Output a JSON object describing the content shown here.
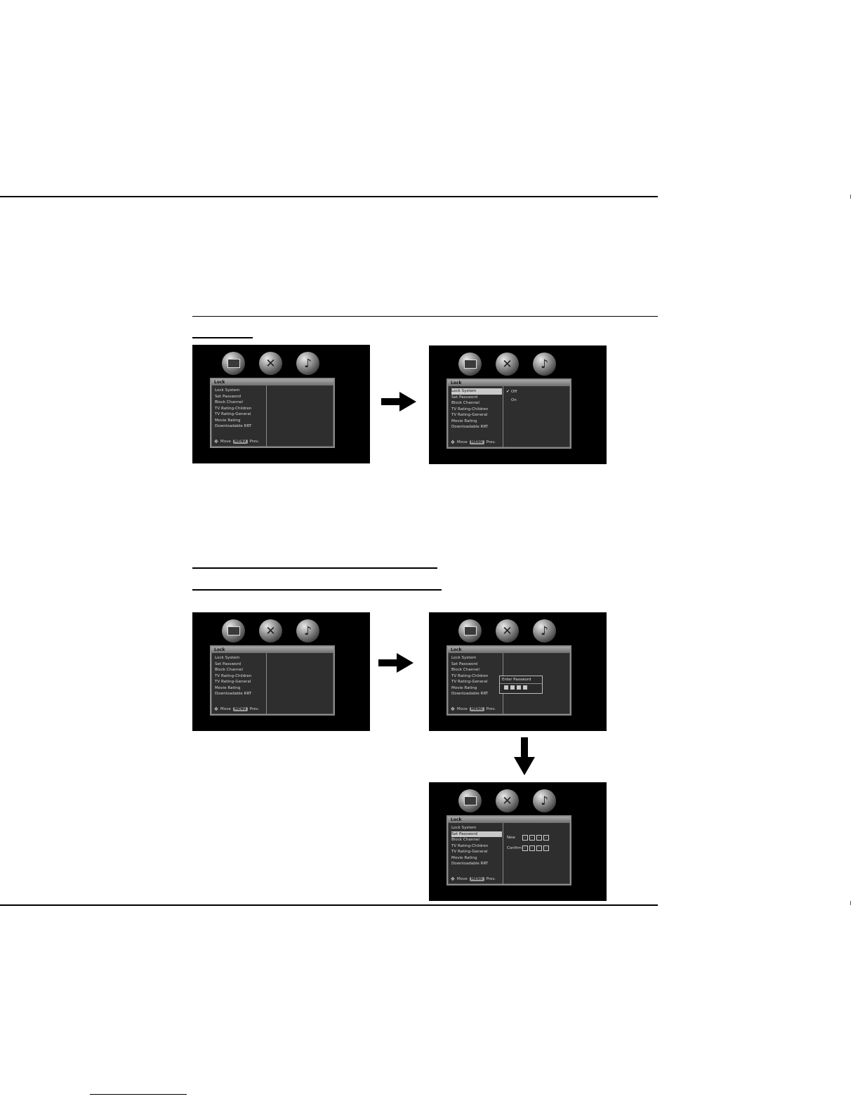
{
  "menu": {
    "title": "Lock",
    "items": [
      "Lock System",
      "Set Password",
      "Block Channel",
      "TV Rating-Children",
      "TV Rating-General",
      "Movie Rating",
      "Downloadable RRT"
    ],
    "footer_move": "Move",
    "footer_key": "MENU",
    "footer_prev": "Prev.",
    "icons": [
      "picture-icon",
      "setup-icon",
      "audio-icon"
    ]
  },
  "lock_system_options": {
    "off": "Off",
    "on": "On",
    "checked_mark": "✔"
  },
  "enter_password": {
    "title": "Enter Password",
    "cells": [
      "•",
      "•",
      "•",
      "•"
    ]
  },
  "set_password": {
    "new_label": "New",
    "confirm_label": "Confirm",
    "cells": [
      "–",
      "–",
      "–",
      "–"
    ]
  },
  "colors": {
    "screen_bg": "#000000",
    "menu_bg": "#2e2e2e",
    "highlight": "#c9c9c9",
    "page_bg": "#ffffff"
  }
}
